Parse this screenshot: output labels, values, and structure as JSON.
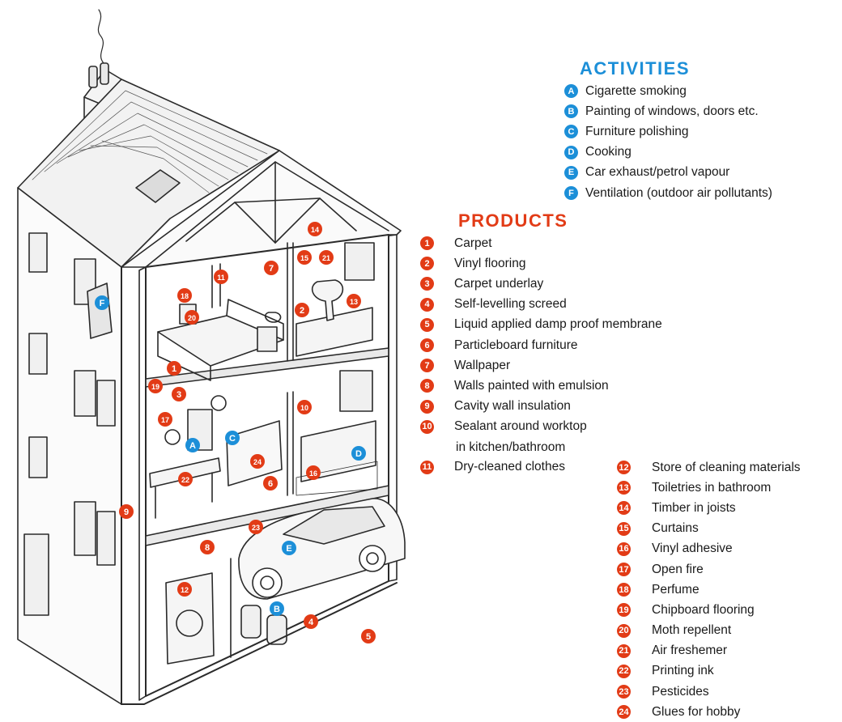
{
  "activities": {
    "title": "ACTIVITIES",
    "items": [
      {
        "key": "A",
        "label": "Cigarette smoking"
      },
      {
        "key": "B",
        "label": "Painting of windows, doors etc."
      },
      {
        "key": "C",
        "label": "Furniture polishing"
      },
      {
        "key": "D",
        "label": "Cooking"
      },
      {
        "key": "E",
        "label": "Car exhaust/petrol vapour"
      },
      {
        "key": "F",
        "label": "Ventilation (outdoor air pollutants)"
      }
    ]
  },
  "products": {
    "title": "PRODUCTS",
    "items": [
      {
        "key": "1",
        "label": "Carpet"
      },
      {
        "key": "2",
        "label": "Vinyl flooring"
      },
      {
        "key": "3",
        "label": "Carpet underlay"
      },
      {
        "key": "4",
        "label": "Self-levelling screed"
      },
      {
        "key": "5",
        "label": "Liquid applied damp proof membrane"
      },
      {
        "key": "6",
        "label": "Particleboard furniture"
      },
      {
        "key": "7",
        "label": "Wallpaper"
      },
      {
        "key": "8",
        "label": "Walls painted with emulsion"
      },
      {
        "key": "9",
        "label": "Cavity wall insulation"
      },
      {
        "key": "10",
        "label": "Sealant around worktop",
        "continuation": "in kitchen/bathroom"
      },
      {
        "key": "11",
        "label": "Dry-cleaned clothes"
      },
      {
        "key": "12",
        "label": "Store of cleaning materials"
      },
      {
        "key": "13",
        "label": "Toiletries in bathroom"
      },
      {
        "key": "14",
        "label": "Timber in joists"
      },
      {
        "key": "15",
        "label": "Curtains"
      },
      {
        "key": "16",
        "label": "Vinyl adhesive"
      },
      {
        "key": "17",
        "label": "Open fire"
      },
      {
        "key": "18",
        "label": "Perfume"
      },
      {
        "key": "19",
        "label": "Chipboard flooring"
      },
      {
        "key": "20",
        "label": "Moth repellent"
      },
      {
        "key": "21",
        "label": "Air freshemer"
      },
      {
        "key": "22",
        "label": "Printing ink"
      },
      {
        "key": "23",
        "label": "Pesticides"
      },
      {
        "key": "24",
        "label": "Glues for hobby"
      }
    ]
  },
  "colors": {
    "activity_badge": "#1c8fd8",
    "product_badge": "#e23b16",
    "line_art": "#2a2a2a"
  },
  "markers": {
    "activities": [
      "A",
      "B",
      "C",
      "D",
      "E",
      "F"
    ],
    "products": [
      "1",
      "2",
      "3",
      "4",
      "5",
      "6",
      "7",
      "8",
      "9",
      "10",
      "11",
      "12",
      "13",
      "14",
      "15",
      "16",
      "17",
      "18",
      "19",
      "20",
      "21",
      "22",
      "23",
      "24"
    ]
  }
}
